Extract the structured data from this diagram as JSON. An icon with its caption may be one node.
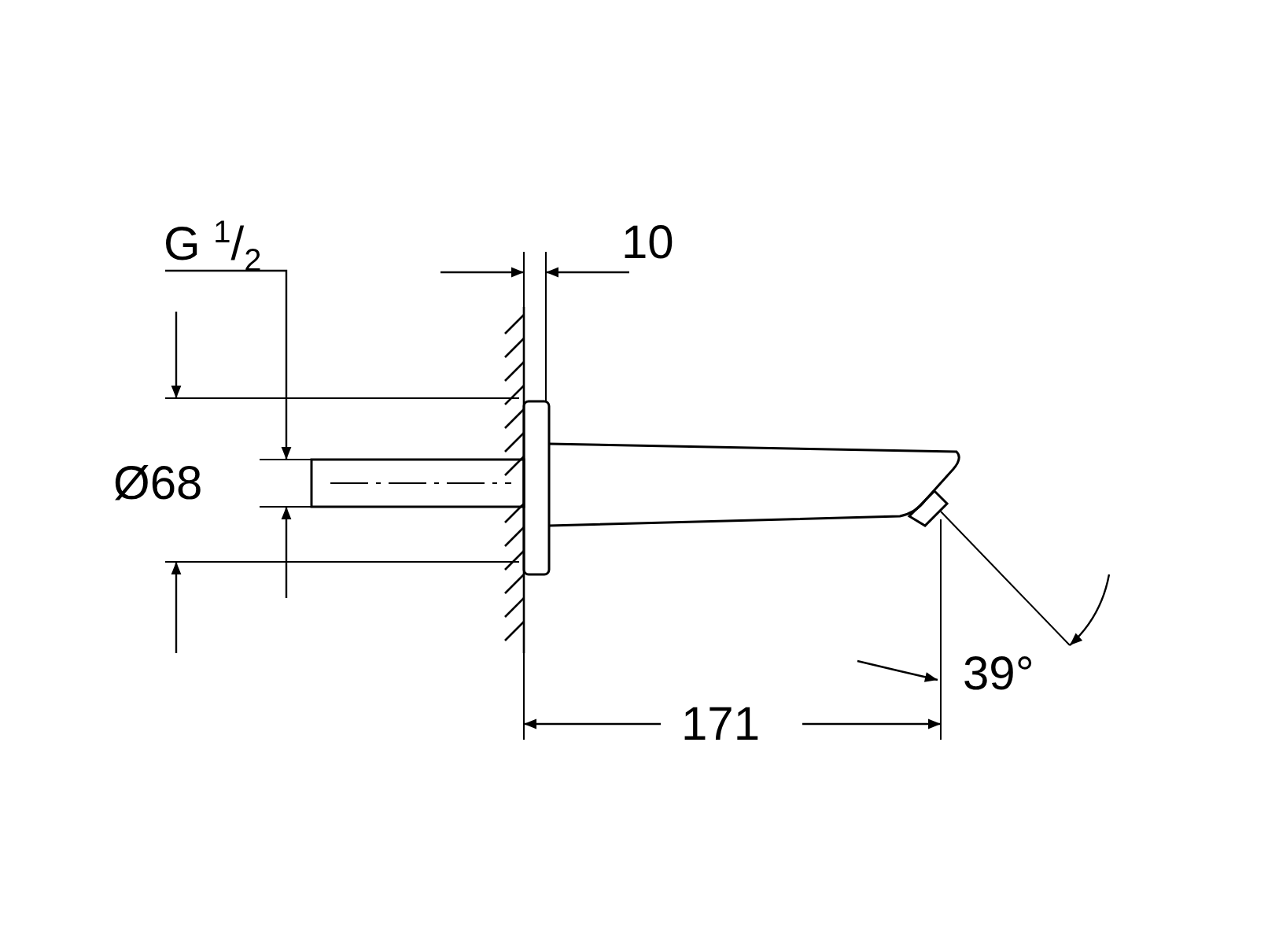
{
  "diagram": {
    "labels": [
      "G $^{1}$/$_{2}$",
      "10",
      "Ø68",
      "171",
      "39°"
    ]
  }
}
